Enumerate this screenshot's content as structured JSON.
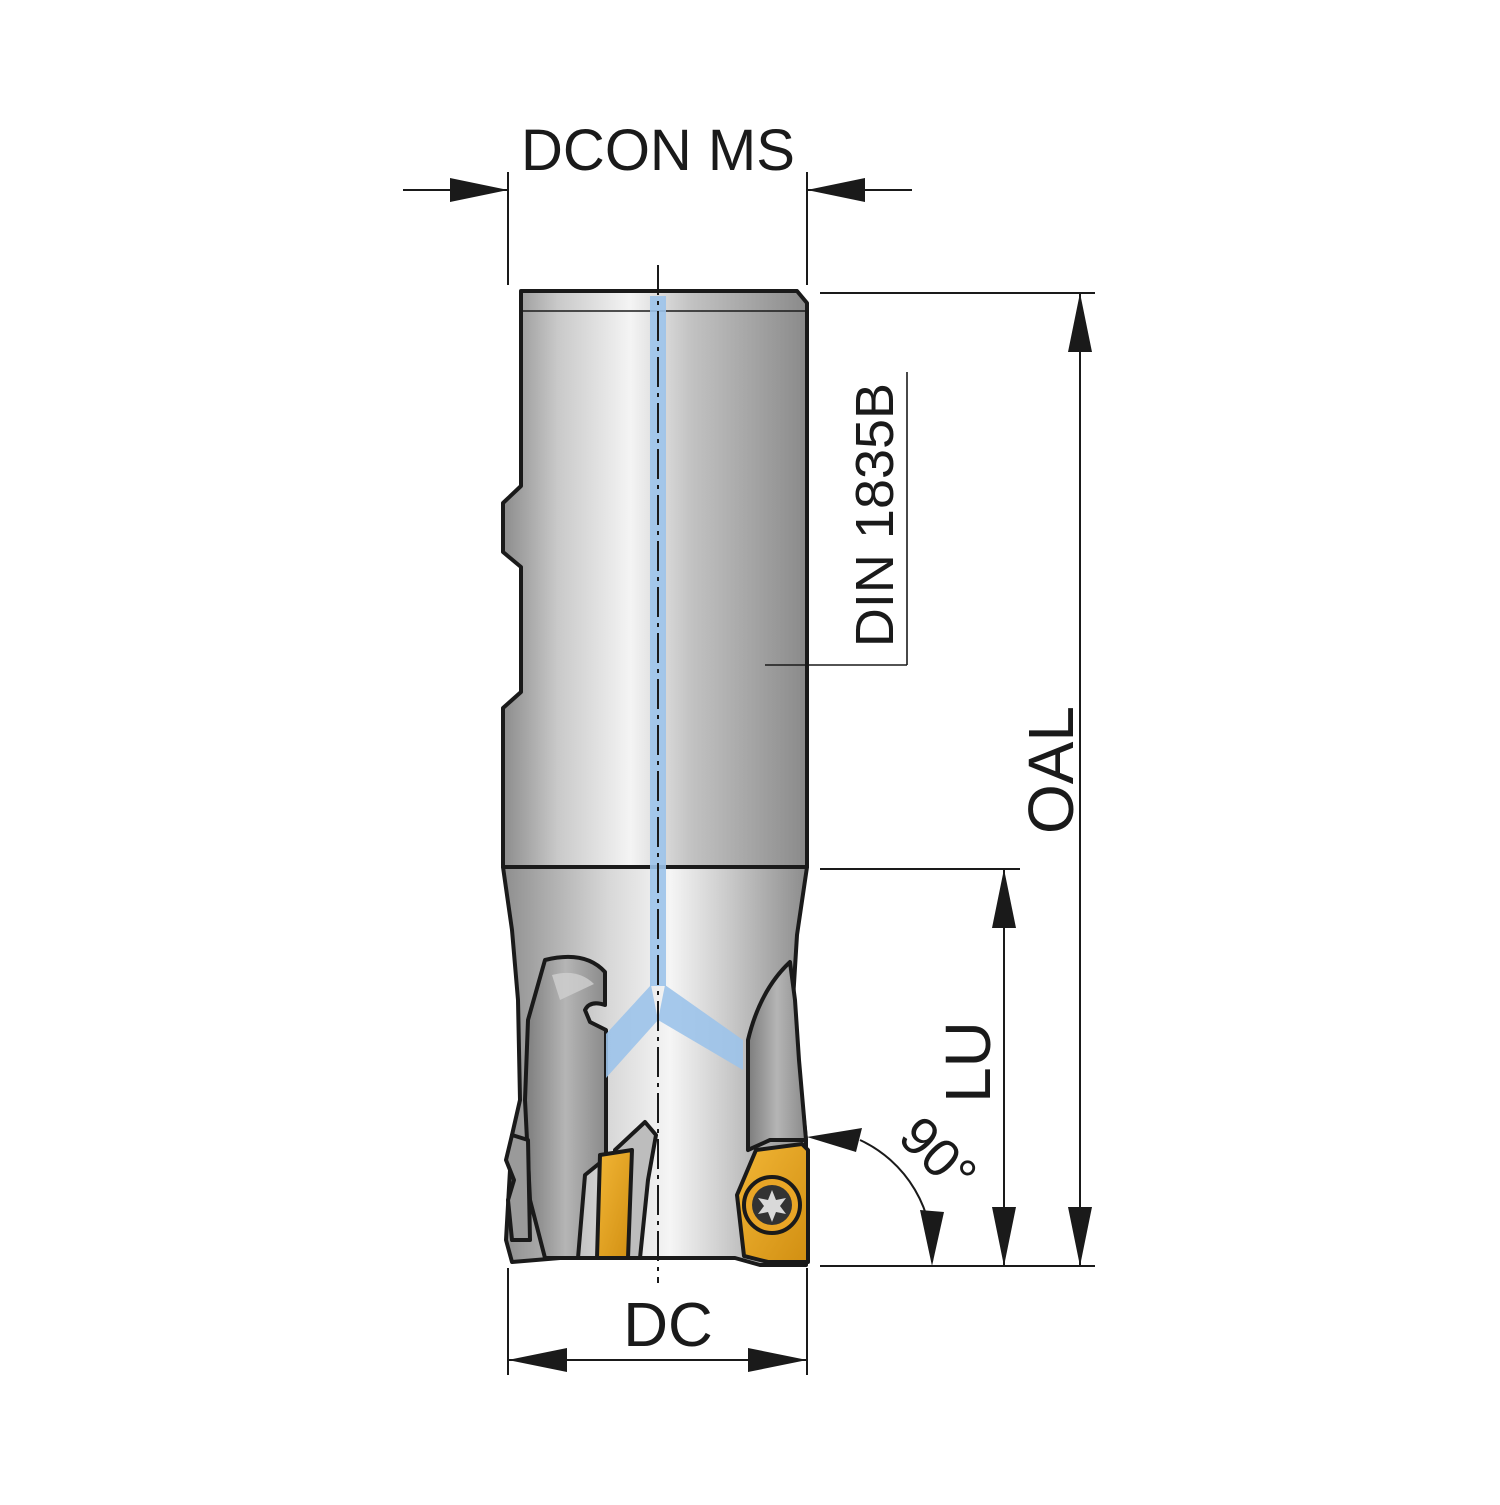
{
  "labels": {
    "dcon_ms": "DCON MS",
    "din": "DIN 1835B",
    "oal": "OAL",
    "lu": "LU",
    "angle": "90°",
    "dc": "DC"
  },
  "colors": {
    "shank_dark": "#8a8a8a",
    "shank_light": "#f2f2f2",
    "coolant_channel": "#9cc3ea",
    "insert": "#e3a21a",
    "outline": "#1a1a1a"
  }
}
